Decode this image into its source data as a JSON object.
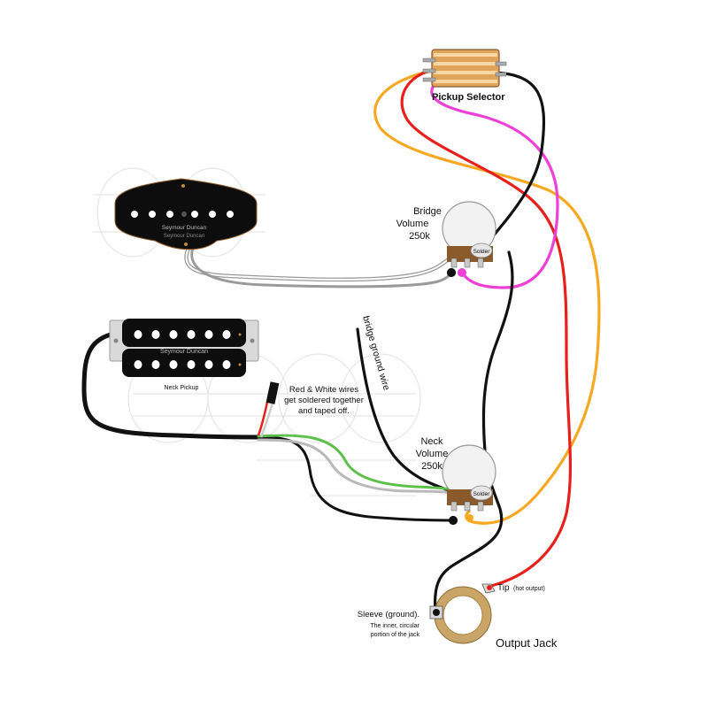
{
  "title": "Telecaster wiring: bridge single-coil + neck humbucker, two volumes, output jack",
  "components": {
    "pickup_selector": {
      "label": "Pickup Selector"
    },
    "bridge_pickup": {
      "brand_text": "Seymour Duncan",
      "brand_text_2": "Seymour Duncan"
    },
    "neck_pickup": {
      "brand_text": "Seymour Duncan",
      "caption": "Neck Pickup"
    },
    "bridge_volume": {
      "label_line1": "Bridge",
      "label_line2": "Volume",
      "label_line3": "250k",
      "solder_label": "Solder"
    },
    "neck_volume": {
      "label_line1": "Neck",
      "label_line2": "Volume",
      "label_line3": "250k",
      "solder_label": "Solder"
    },
    "output_jack": {
      "label": "Output Jack",
      "tip_label": "Tip",
      "tip_note": "(hot output)",
      "sleeve_label": "Sleeve (ground).",
      "sleeve_note_line1": "The inner, circular",
      "sleeve_note_line2": "portion of the jack"
    }
  },
  "annotations": {
    "red_white_line1": "Red & White wires",
    "red_white_line2": "get soldered together",
    "red_white_line3": "and taped off.",
    "bridge_ground_wire": "bridge ground wire"
  },
  "wire_colors": {
    "black": "#111111",
    "red": "#e8201c",
    "orange": "#f7a823",
    "magenta": "#ee3fd6",
    "green": "#5cc04a",
    "white": "#ffffff",
    "gray": "#b9b9b9"
  },
  "component_colors": {
    "pickup_body": "#0d0d0d",
    "pickup_baseplate": "#d9d9d9",
    "selector_tan": "#e0a45a",
    "pot_body": "#f2f2f2",
    "pot_lugs": "#8a5a2b",
    "jack_ring": "#c9a567"
  }
}
